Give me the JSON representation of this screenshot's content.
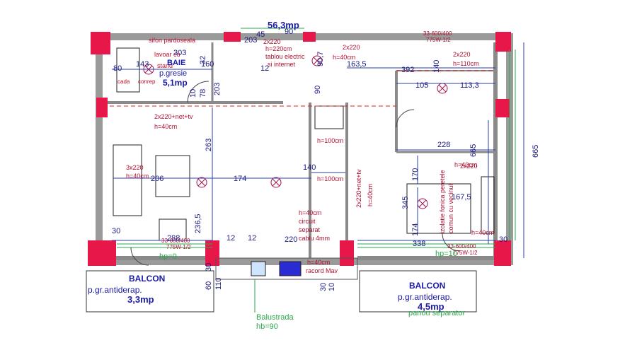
{
  "plan": {
    "total_area": "56,3mp",
    "bath": {
      "name": "BAIE",
      "floor": "p.gresie",
      "area": "5,1mp",
      "notes": [
        "sifon pardoseala",
        "lavoar cu",
        "stand",
        "cada",
        "conrep"
      ]
    },
    "balcony_left": {
      "name": "BALCON",
      "floor": "p.gr.antiderap.",
      "area": "3,3mp"
    },
    "balcony_right": {
      "name": "BALCON",
      "floor": "p.gr.antiderap.",
      "area": "4,5mp",
      "note": "panou separator"
    },
    "railing": {
      "label": "Balustrada",
      "height": "hb=90"
    },
    "electrical": {
      "e1": "2x220",
      "e1h": "h=220cm",
      "panel1": "tablou electric",
      "panel2": "si internet",
      "e2": "2x220",
      "e2h": "h=110cm",
      "e3": "2x220+net+tv",
      "e3h": "h=40cm",
      "e4": "3x220",
      "e4h": "h=40cm",
      "e5": "h=100cm",
      "e6": "h=100cm",
      "e7": "2x220+net+tv",
      "e7h": "h=40cm",
      "e8": "h=40cm",
      "circuit1": "circuit",
      "circuit2": "separat",
      "circuit3": "cablu 4mm",
      "e9": "h=40cm",
      "racord": "racord Mav",
      "e10": "2x220",
      "e10h": "h=40cm",
      "e11": "h=40cm",
      "insul1": "izolatie fonica peretele",
      "insul2": "comun cu vecinul"
    },
    "windows": {
      "w1": "33-600/400",
      "w1b": "775W-1/2",
      "w2": "33-600/400",
      "w2b": "775W-1/2",
      "w3": "33-600/400",
      "w3b": "775W-1/2"
    },
    "heights": {
      "hp_left": "hp=0",
      "hp_right": "hp=10"
    },
    "dimensions": {
      "d45": "45",
      "d90a": "90",
      "d203a": "203",
      "d160": "160",
      "d143": "143",
      "d303": "303",
      "d32": "32",
      "d12a": "12",
      "d80": "80",
      "d10": "10",
      "d78": "78",
      "d203b": "203",
      "d90b": "90",
      "d907": "90,7",
      "d1635": "163,5",
      "d392": "392",
      "d140a": "140",
      "d105": "105",
      "d1133": "113,3",
      "d263": "263",
      "d206": "206",
      "d174": "174",
      "d140b": "140",
      "d228": "228",
      "d665a": "665",
      "d665b": "665",
      "d170": "170",
      "d345": "345",
      "d1675": "167,5",
      "d174b": "174",
      "d288": "288",
      "d2365": "236,5",
      "d30a": "30",
      "d12b": "12",
      "d12c": "12",
      "d220": "220",
      "d338": "338",
      "d30b": "30",
      "d60": "60",
      "d110": "110",
      "d30c": "30",
      "d10b": "10",
      "d30d": "30"
    }
  }
}
